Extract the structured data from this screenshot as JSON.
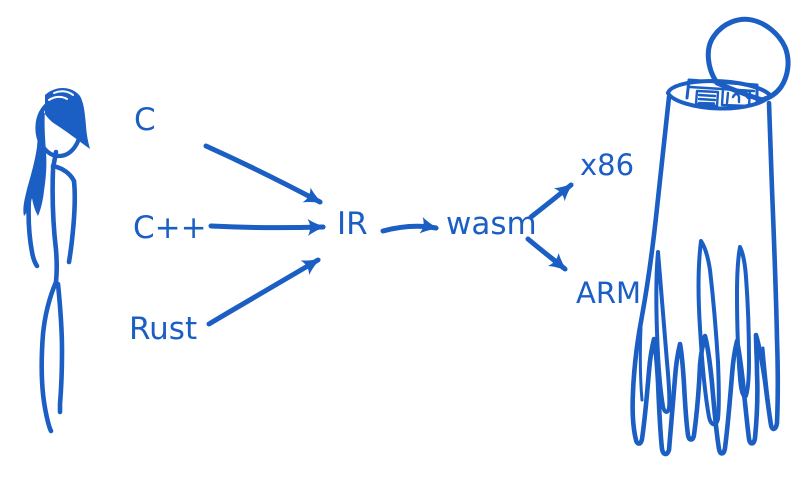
{
  "diagram": {
    "ink_color": "#1b5ec4",
    "background_color": "#ffffff",
    "nodes": {
      "sources": [
        {
          "label": "C"
        },
        {
          "label": "C++"
        },
        {
          "label": "Rust"
        }
      ],
      "ir": {
        "label": "IR"
      },
      "wasm": {
        "label": "wasm"
      },
      "targets": [
        {
          "label": "x86"
        },
        {
          "label": "ARM"
        }
      ]
    },
    "edges": [
      {
        "from": "C",
        "to": "IR"
      },
      {
        "from": "C++",
        "to": "IR"
      },
      {
        "from": "Rust",
        "to": "IR"
      },
      {
        "from": "IR",
        "to": "wasm"
      },
      {
        "from": "wasm",
        "to": "x86"
      },
      {
        "from": "wasm",
        "to": "ARM"
      }
    ],
    "illustrations": {
      "person": "stick figure person with long hair",
      "trash_can": "open trash can with newspaper inside and dripping shredded strips"
    }
  }
}
